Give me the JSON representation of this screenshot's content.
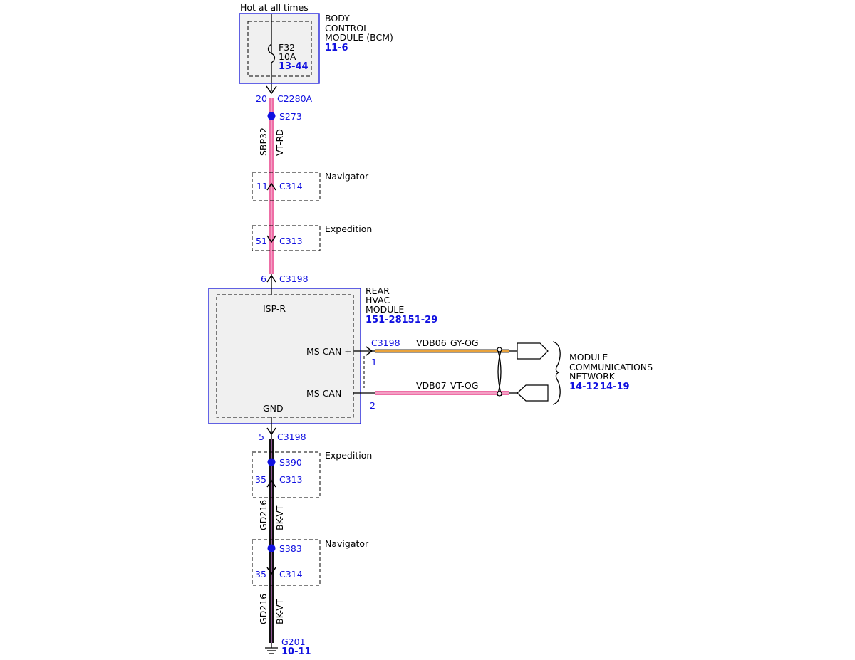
{
  "colors": {
    "wire_pink": "#ee6ea6",
    "wire_pink_light": "#f3a0c4",
    "wire_black": "#111111",
    "wire_violet": "#b06ab5",
    "wire_gray": "#9a9a9a",
    "wire_orange": "#e8a23c",
    "reference_blue": "#1010e0",
    "module_fill": "#f0f0f0"
  },
  "supply": {
    "label": "Hot at all times"
  },
  "bcm": {
    "name_line1": "BODY",
    "name_line2": "CONTROL",
    "name_line3": "MODULE (BCM)",
    "page_ref": "11-6",
    "fuse_id": "F32",
    "fuse_rating": "10A",
    "fuse_ref": "13-44"
  },
  "upper_harness": {
    "bcm_pin": "20",
    "bcm_connector": "C2280A",
    "splice": "S273",
    "circuit": "SBP32",
    "wire_color": "VT-RD",
    "navigator_label": "Navigator",
    "navigator_pin": "11",
    "navigator_connector": "C314",
    "expedition_label": "Expedition",
    "expedition_pin": "51",
    "expedition_connector": "C313",
    "module_pin": "6",
    "module_connector": "C3198"
  },
  "rear_hvac": {
    "name_line1": "REAR",
    "name_line2": "HVAC",
    "name_line3": "MODULE",
    "page_ref": "151-28151-29",
    "power_label": "ISP-R",
    "can_plus_label": "MS CAN +",
    "can_minus_label": "MS CAN -",
    "ground_label": "GND",
    "can_connector": "C3198",
    "can_plus_pin": "1",
    "can_minus_pin": "2"
  },
  "can_wires": {
    "plus_circuit": "VDB06",
    "plus_color": "GY-OG",
    "minus_circuit": "VDB07",
    "minus_color": "VT-OG"
  },
  "network": {
    "line1": "MODULE",
    "line2": "COMMUNICATIONS",
    "line3": "NETWORK",
    "ref1": "14-12",
    "ref2": "14-19"
  },
  "lower_harness": {
    "module_pin": "5",
    "module_connector": "C3198",
    "expedition_label": "Expedition",
    "splice1": "S390",
    "expedition_pin": "35",
    "expedition_connector": "C313",
    "circuit1": "GD216",
    "wire_color1": "BK-VT",
    "navigator_label": "Navigator",
    "splice2": "S383",
    "navigator_pin": "35",
    "navigator_connector": "C314",
    "circuit2": "GD216",
    "wire_color2": "BK-VT",
    "ground_id": "G201",
    "ground_ref": "10-11"
  }
}
